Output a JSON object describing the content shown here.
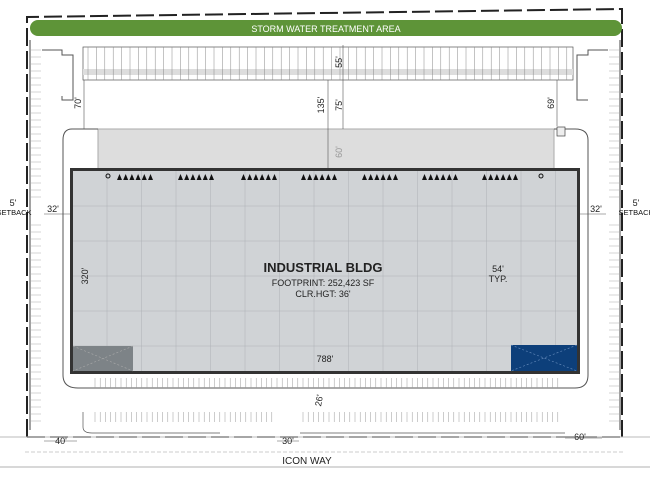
{
  "site": {
    "storm_area": "STORM WATER TREATMENT AREA",
    "road": "ICON WAY",
    "setback_left": {
      "value": "5'",
      "label": "SETBACK"
    },
    "setback_right": {
      "value": "5'",
      "label": "SETBACK"
    }
  },
  "building": {
    "title": "INDUSTRIAL BLDG",
    "footprint": "FOOTPRINT: 252,423 SF",
    "clear_height": "CLR.HGT: 36'",
    "width_dim": "788'",
    "depth_dim": "320'",
    "bay_dim": "54'",
    "bay_note": "TYP."
  },
  "dimensions": {
    "north_parking": "55'",
    "total_north": "135'",
    "drive_aisle": "75'",
    "left_drive": "70'",
    "right_drive": "69'",
    "truck_apron": "60'",
    "left_side": "32'",
    "right_side": "32'",
    "south_aisle": "26'",
    "left_entry": "40'",
    "center_entry": "30'",
    "right_entry": "60'"
  },
  "colors": {
    "storm": "#5e9438",
    "building": "#d0d3d6",
    "office_blue": "#0d3f7a",
    "office_gray": "#7d8387"
  }
}
